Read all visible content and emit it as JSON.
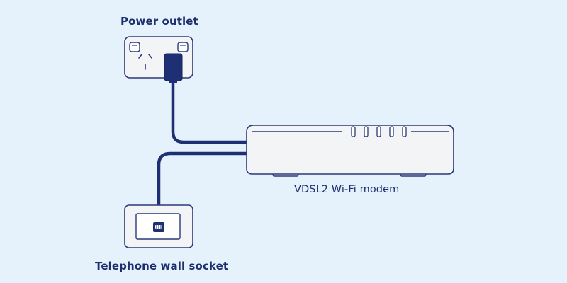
{
  "labels": {
    "power_outlet": "Power outlet",
    "modem": "VDSL2 Wi-Fi modem",
    "telephone_socket": "Telephone wall socket"
  },
  "colors": {
    "background": "#e6f2fb",
    "device_fill": "#f3f4f6",
    "outline": "#2b3a7a",
    "cable": "#1f2f73",
    "text": "#1e2f6f"
  },
  "icons": [
    "power-outlet-icon",
    "power-plug-icon",
    "modem-icon",
    "telephone-socket-icon",
    "rj11-plug-icon"
  ]
}
